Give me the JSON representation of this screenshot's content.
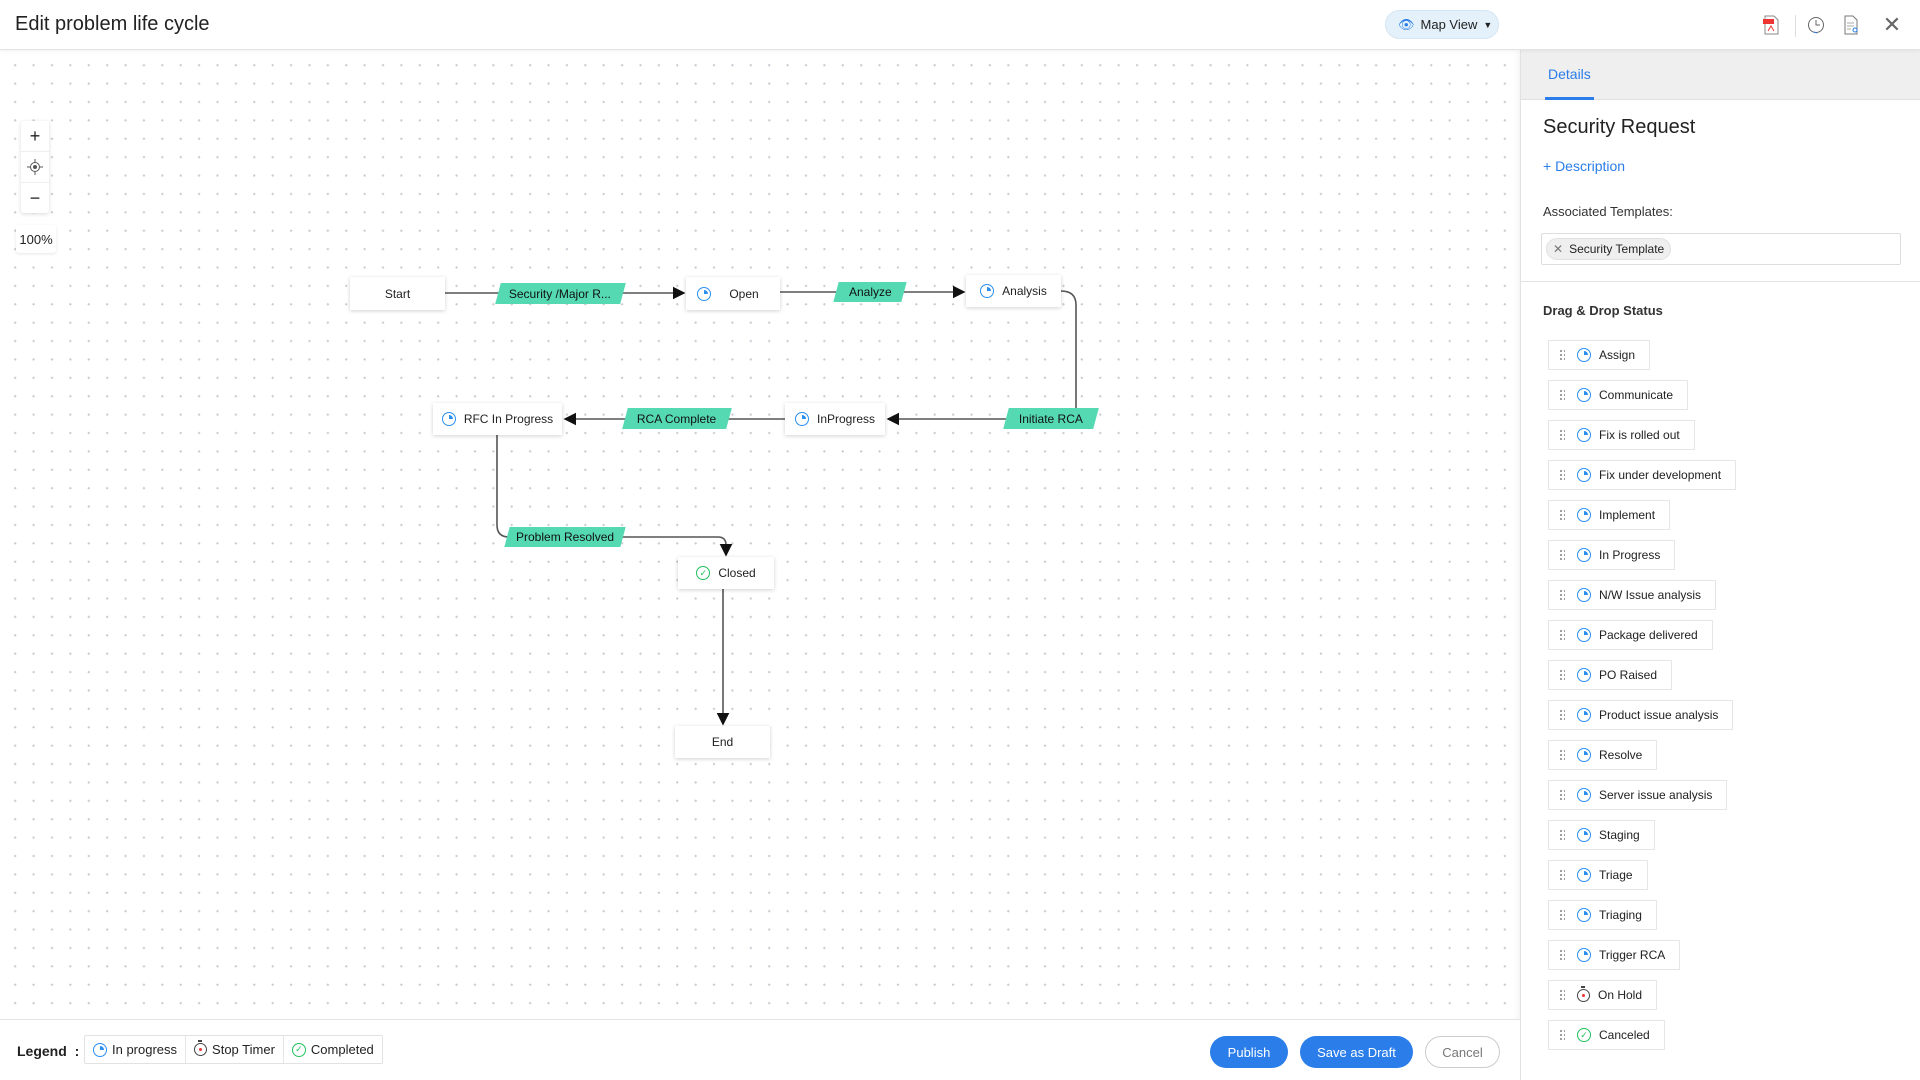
{
  "header": {
    "title": "Edit problem life cycle",
    "view_selector": "Map View",
    "icons": [
      "pdf-icon",
      "history-icon",
      "document-search-icon",
      "close-icon"
    ]
  },
  "canvas": {
    "zoom_in": "+",
    "zoom_out": "−",
    "zoom_level": "100%",
    "nodes": {
      "start": "Start",
      "open": "Open",
      "analysis": "Analysis",
      "rfc": "RFC In Progress",
      "inprogress": "InProgress",
      "closed": "Closed",
      "end": "End"
    },
    "transitions": {
      "security": "Security /Major R...",
      "analyze": "Analyze",
      "initiate_rca": "Initiate RCA",
      "rca_complete": "RCA Complete",
      "problem_resolved": "Problem Resolved"
    }
  },
  "panel": {
    "tab": "Details",
    "title": "Security Request",
    "add_description": "+ Description",
    "associated_label": "Associated Templates:",
    "template_chip": "Security Template",
    "drag_drop_title": "Drag & Drop Status",
    "statuses": [
      {
        "label": "Assign",
        "type": "in-progress"
      },
      {
        "label": "Communicate",
        "type": "in-progress"
      },
      {
        "label": "Fix is rolled out",
        "type": "in-progress"
      },
      {
        "label": "Fix under development",
        "type": "in-progress"
      },
      {
        "label": "Implement",
        "type": "in-progress"
      },
      {
        "label": "In Progress",
        "type": "in-progress"
      },
      {
        "label": "N/W Issue analysis",
        "type": "in-progress"
      },
      {
        "label": "Package delivered",
        "type": "in-progress"
      },
      {
        "label": "PO Raised",
        "type": "in-progress"
      },
      {
        "label": "Product issue analysis",
        "type": "in-progress"
      },
      {
        "label": "Resolve",
        "type": "in-progress"
      },
      {
        "label": "Server issue analysis",
        "type": "in-progress"
      },
      {
        "label": "Staging",
        "type": "in-progress"
      },
      {
        "label": "Triage",
        "type": "in-progress"
      },
      {
        "label": "Triaging",
        "type": "in-progress"
      },
      {
        "label": "Trigger RCA",
        "type": "in-progress"
      },
      {
        "label": "On Hold",
        "type": "stop-timer"
      },
      {
        "label": "Canceled",
        "type": "completed"
      }
    ]
  },
  "footer": {
    "legend_label": "Legend",
    "legend_sep": ":",
    "legend": {
      "in_progress": "In progress",
      "stop_timer": "Stop Timer",
      "completed": "Completed"
    },
    "publish": "Publish",
    "save_draft": "Save as Draft",
    "cancel": "Cancel"
  },
  "colors": {
    "accent": "#2b7de9",
    "transition": "#55d9b2",
    "completed": "#22c15e"
  }
}
